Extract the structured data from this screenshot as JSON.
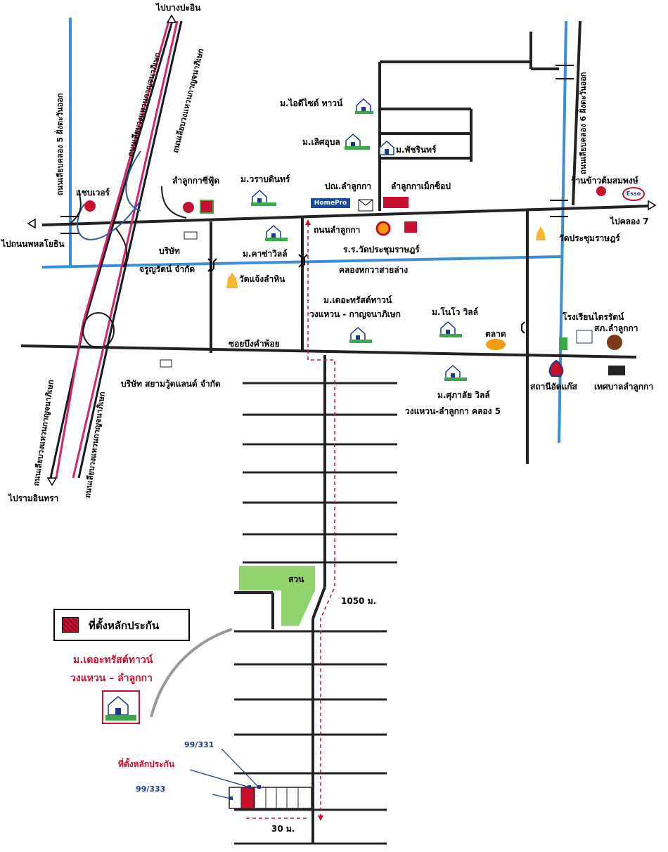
{
  "top_exits": {
    "bang_pa_in": "ไปบางปะอิน",
    "phahon_yothin": "ไปถนนพหลโยธิน",
    "khlong_7": "ไปคลอง 7",
    "ram_inthra": "ไปรามอินทรา"
  },
  "roads": {
    "outer_ring_1": "ถนนเลียบวงแหวนกาญจนาภิเษก",
    "outer_ring_2": "ถนนเลียบวงแหวนกาญจนาภิเษก",
    "outer_ring_3": "ถนนเลียบวงแหวนกาญจนาภิเษก",
    "outer_ring_4": "ถนนเลียบวงแหวนกาญจนาภิเษก",
    "khlong5": "ถนนเลียบคลอง 5 ฝั่งตะวันออก",
    "khlong6": "ถนนเลียบคลอง 6 ฝั่งตะวันออก",
    "lam_luk_ka": "ถนนลำลูกกา",
    "canal": "คลองหกวาสายล่าง",
    "soi": "ซอยบึงคำพ้อย"
  },
  "places": {
    "ideal_town": "ม.ไอดีไซด์ ทาวน์",
    "lert_ubon": "ม.เลิศอุบล",
    "phatcharin": "ม.พัชรินทร์",
    "sea_food": "ลำลูกกาซีฟู้ด",
    "waraphin": "ม.วราบดินทร์",
    "post_office": "ปณ.ลำลูกกา",
    "makro": "ลำลูกกาเม็กซ็อป",
    "shell": "แชบเวอร์",
    "rice_shop": "ร้านข้าวต้มสมพงษ์",
    "wat_prachum": "วัดประชุมราษฎร์",
    "school_prachum": "ร.ร.วัดประชุมราษฎร์",
    "company_1a": "บริษัท",
    "company_1b": "จรูญรัตน์ จำกัด",
    "wat_saeng": "วัดแจ้งลำหิน",
    "kasa_ville": "ม.คาซ่าวิลล์",
    "trust_town_a": "ม.เดอะทรัสต์ทาวน์",
    "trust_town_b": "วงแหวน - กาญจนาภิเษก",
    "novo_ville": "ม.โนโว วิลล์",
    "market": "ตลาด",
    "school_trirat": "โรงเรียนไตรรัตน์",
    "police": "สภ.ลำลูกกา",
    "siam_wood": "บริษัท สยามวู้ดแลนด์ จำกัด",
    "suphalai_a": "ม.ศุภาลัย วิลล์",
    "suphalai_b": "วงแหวน-ลำลูกกา คลอง 5",
    "gas_station": "สถานีอัดแก๊ส",
    "municipality": "เทศบาลลำลูกกา",
    "garden": "สวน",
    "homepro_logo": "HomePro",
    "esso_logo": "Esso"
  },
  "project": {
    "title_a": "ม.เดอะทรัสต์ทาวน์",
    "title_b": "วงแหวน – ลำลูกกา"
  },
  "legend": {
    "label": "ที่ตั้งหลักประกัน",
    "color": "#c8102e"
  },
  "plot": {
    "label": "ที่ตั้งหลักประกัน",
    "no_1": "99/331",
    "no_2": "99/333"
  },
  "distances": {
    "to_main": "1050 ม.",
    "frontage": "30 ม."
  },
  "colors": {
    "road": "#000000",
    "canal": "#3b8fd6",
    "motorway_outer": "#1a1a1a",
    "motorway_inner": "#d6246e",
    "garden": "#8fd16a",
    "route": "#c8102e"
  }
}
